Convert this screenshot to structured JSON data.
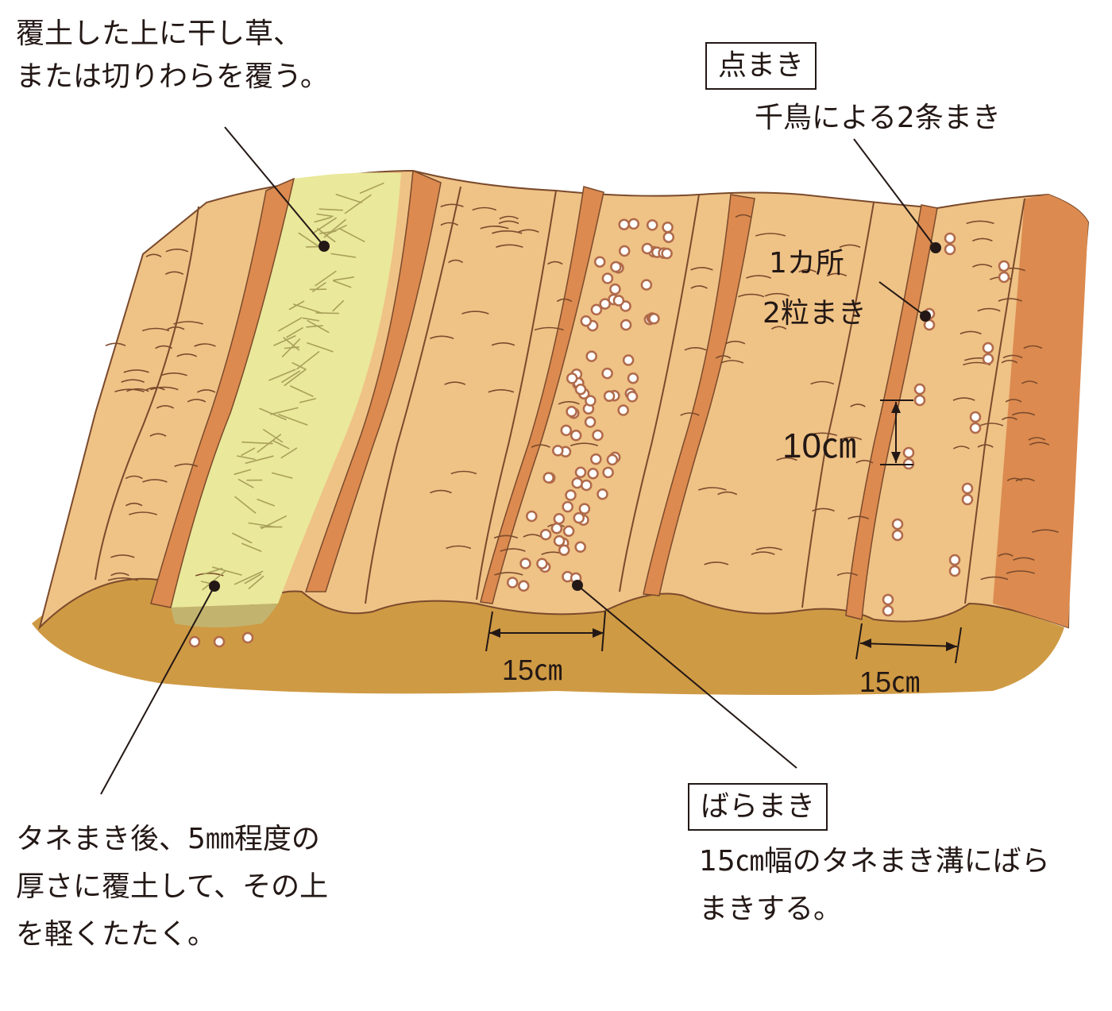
{
  "labels": {
    "straw_line1": "覆土した上に干し草、",
    "straw_line2": "または切りわらを覆う。",
    "dot_sowing_box": "点まき",
    "dot_sowing_sub": "千鳥による2条まき",
    "per_spot_line1": "1カ所",
    "per_spot_line2": "2粒まき",
    "spacing_10": "10㎝",
    "width_15_a": "15㎝",
    "width_15_b": "15㎝",
    "broadcast_box": "ばらまき",
    "broadcast_desc_line1": "15㎝幅のタネまき溝にばら",
    "broadcast_desc_line2": "まきする。",
    "cover_line1": "タネまき後、5㎜程度の",
    "cover_line2": "厚さに覆土して、その上",
    "cover_line3": "を軽くたたく。"
  },
  "colors": {
    "soil_top": "#efc286",
    "soil_side": "#cf9a44",
    "furrow_wall": "#dc8a4f",
    "straw": "#eae89a",
    "straw_shadow": "#c2b46e",
    "outline": "#7a4a2c",
    "seed": "#b06a4a",
    "leader": "#231815"
  }
}
